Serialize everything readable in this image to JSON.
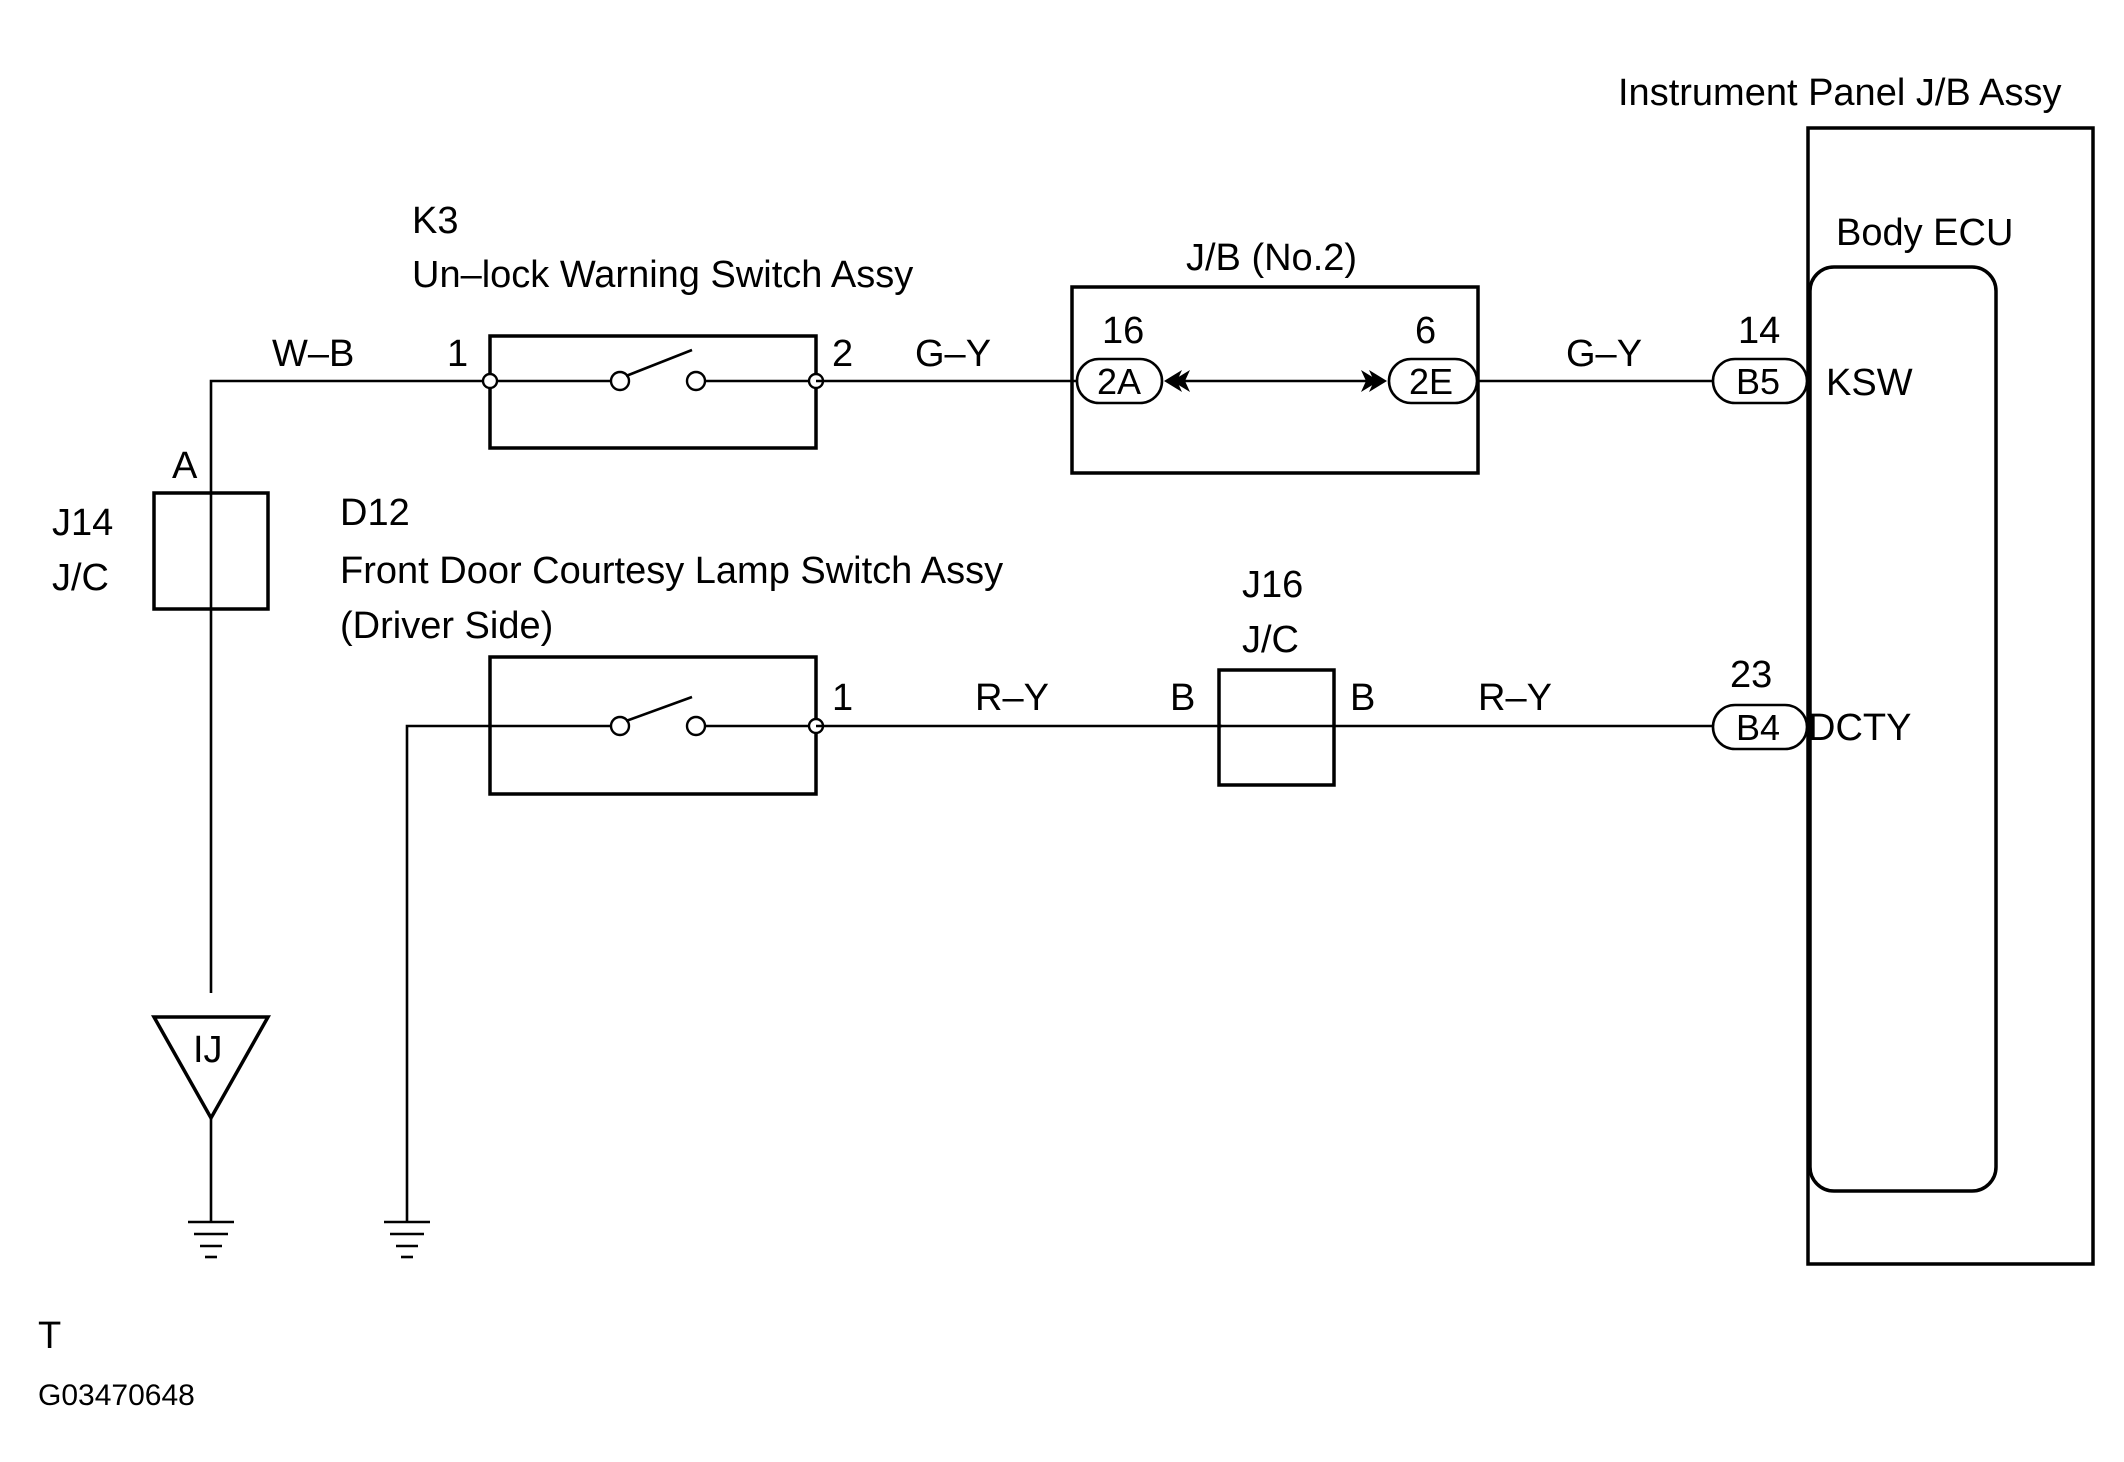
{
  "components": {
    "instrument_panel": {
      "title": "Instrument Panel J/B Assy"
    },
    "body_ecu": {
      "title": "Body ECU"
    },
    "k3": {
      "code": "K3",
      "name": "Un–lock Warning Switch Assy",
      "pin_left": "1",
      "pin_right": "2"
    },
    "jb2": {
      "title": "J/B (No.2)",
      "left_pin": "16",
      "left_connector": "2A",
      "right_pin": "6",
      "right_connector": "2E"
    },
    "j14": {
      "code": "J14",
      "type": "J/C",
      "pin": "A"
    },
    "d12": {
      "code": "D12",
      "name": "Front Door Courtesy Lamp Switch Assy",
      "side": "(Driver Side)",
      "pin": "1"
    },
    "j16": {
      "code": "J16",
      "type": "J/C",
      "pin_left": "B",
      "pin_right": "B"
    },
    "ground_point": {
      "label": "IJ"
    }
  },
  "ecu_terminals": [
    {
      "pin": "14",
      "connector": "B5",
      "signal": "KSW"
    },
    {
      "pin": "23",
      "connector": "B4",
      "signal": "DCTY"
    }
  ],
  "wires": {
    "w_b": "W–B",
    "g_y_1": "G–Y",
    "g_y_2": "G–Y",
    "r_y_1": "R–Y",
    "r_y_2": "R–Y"
  },
  "footer": {
    "letter": "T",
    "figure_id": "G03470648"
  }
}
